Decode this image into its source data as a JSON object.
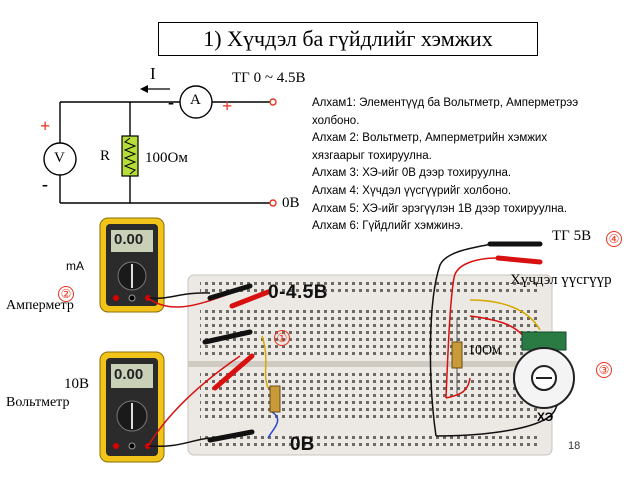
{
  "title": "1) Хүчдэл ба гүйдлийг хэмжих",
  "schematic": {
    "current_label": "I",
    "ammeter_symbol": "A",
    "voltmeter_symbol": "V",
    "resistor_label": "R",
    "resistor_value": "100Ом",
    "source_label": "ТГ 0 ~ 4.5В",
    "ground_label": "0В",
    "plus": "+",
    "minus": "-"
  },
  "steps": [
    "Алхам1: Элементүүд ба Вольтметр, Амперметрээ",
    "холбоно.",
    "Алхам 2: Вольтметр, Амперметрийн хэмжих",
    "хязгаарыг тохируулна.",
    "Алхам 3: ХЭ-ийг 0В дээр тохируулна.",
    "Алхам 4: Хүчдэл үүсгүүрийг холбоно.",
    "Алхам 5: ХЭ-ийг эрэгүүлэн 1В дээр тохируулна.",
    "Алхам 6: Гүйдлийг хэмжинэ."
  ],
  "photo": {
    "ammeter_range": "mA",
    "ammeter_label": "Амперметр",
    "voltmeter_range": "10В",
    "voltmeter_label": "Вольтметр",
    "meter_display": "0.00",
    "breadboard_top_label": "0-4.5В",
    "breadboard_bottom_label": "0В",
    "resistor_value": "10Ом",
    "source_label": "ТГ 5В",
    "source_name": "Хүчдэл үүсгүүр",
    "pot_label": "ХЭ",
    "markers": [
      "①",
      "②",
      "③",
      "④"
    ]
  },
  "page_number": "18",
  "colors": {
    "red": "#e8321e",
    "resistor_fill": "#b7dd3a"
  }
}
